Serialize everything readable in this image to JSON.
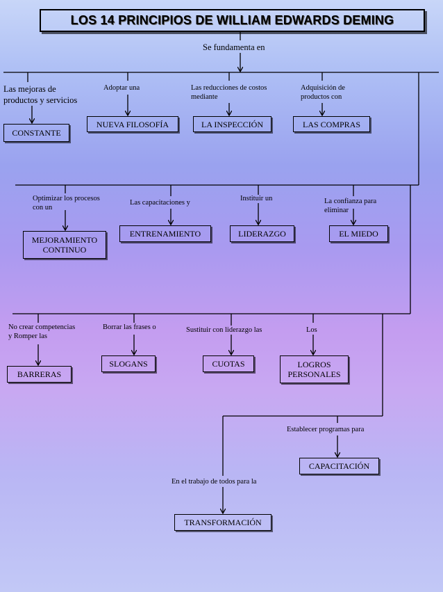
{
  "title": "LOS 14 PRINCIPIOS DE WILLIAM EDWARDS DEMING",
  "root_link": "Se fundamenta en",
  "row1": {
    "labels": [
      "Las mejoras de\nproductos y servicios",
      "Adoptar   una",
      "Las reducciones de costos\nmediante",
      "Adquisición de\nproductos  con"
    ],
    "boxes": [
      "CONSTANTE",
      "NUEVA FILOSOFÍA",
      "LA INSPECCIÓN",
      "LAS COMPRAS"
    ]
  },
  "row2": {
    "labels": [
      "Optimizar  los  procesos\ncon  un",
      "Las  capacitaciones  y",
      "Instituir un",
      "La  confianza  para\neliminar"
    ],
    "boxes": [
      "MEJORAMIENTO\nCONTINUO",
      "ENTRENAMIENTO",
      "LIDERAZGO",
      "EL MIEDO"
    ]
  },
  "row3": {
    "labels": [
      "No crear competencias\ny Romper   las",
      "Borrar  las frases  o",
      "Sustituir con liderazgo las",
      "Los"
    ],
    "boxes": [
      "BARRERAS",
      "SLOGANS",
      "CUOTAS",
      "LOGROS\nPERSONALES"
    ]
  },
  "row4": {
    "label": "Establecer  programas para",
    "box": "CAPACITACIÓN"
  },
  "row5": {
    "label": "En  el trabajo de todos para la",
    "box": "TRANSFORMACIÓN"
  }
}
